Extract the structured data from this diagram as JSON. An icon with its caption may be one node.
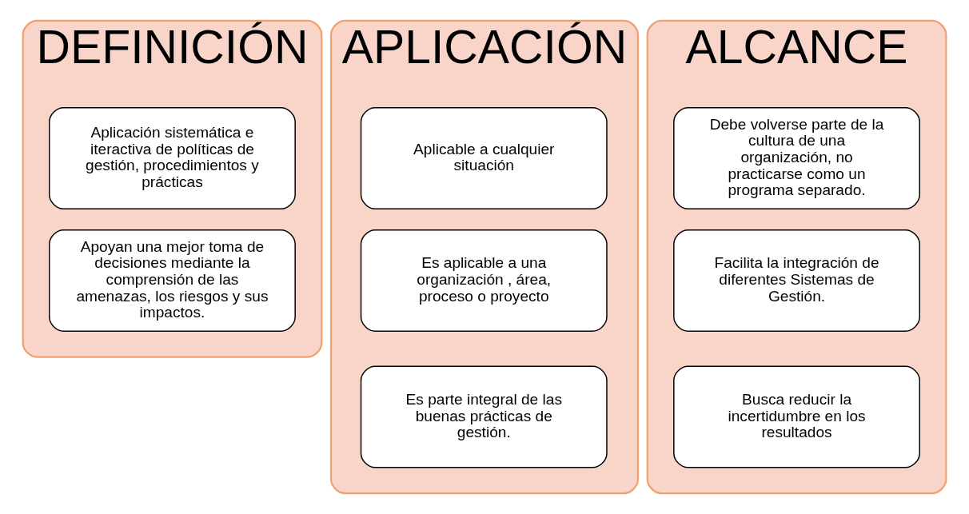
{
  "diagram": {
    "nodes": [
      {
        "text": [
          "DEFINICIÓN"
        ]
      },
      {
        "text": [
          "Aplicación sistemática e iteractiva de políticas de gestión, procedimientos y prácticas"
        ],
        "in": 0
      },
      {
        "text": [
          "Apoyan una mejor toma de decisiones mediante la comprensión de las amenazas, los riesgos y sus impactos."
        ],
        "in": 0
      },
      {
        "text": [
          "APLICACIÓN"
        ]
      },
      {
        "text": [
          "Aplicable a cualquier situación"
        ],
        "in": 3
      },
      {
        "text": [
          "Es aplicable a una organización , área,  proceso o proyecto"
        ],
        "in": 3
      },
      {
        "text": [
          "Es parte integral de las buenas prácticas de gestión."
        ],
        "in": 3
      },
      {
        "text": [
          "ALCANCE"
        ]
      },
      {
        "text": [
          "Debe volverse parte de la cultura de una organización, no practicarse como un programa separado."
        ],
        "in": 7
      },
      {
        "text": [
          "Facilita la integración de diferentes Sistemas de Gestión."
        ],
        "in": 7
      },
      {
        "text": [
          "Busca reducir la incertidumbre en los resultados"
        ],
        "in": 7
      }
    ]
  }
}
